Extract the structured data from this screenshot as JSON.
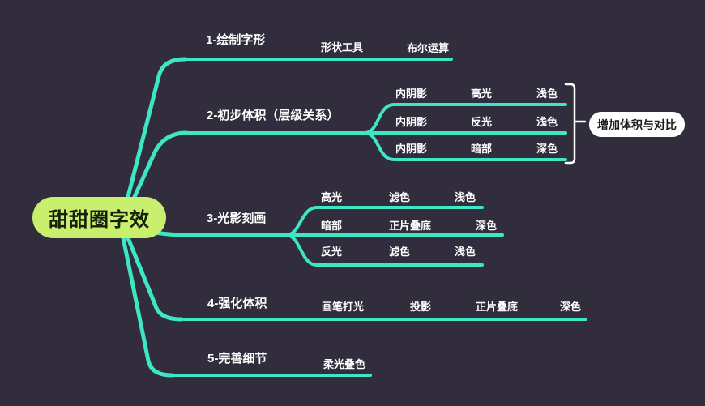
{
  "colors": {
    "background": "#322d3c",
    "line": "#3de6c5",
    "text": "#ffffff",
    "root_fill": "#c8ef6e",
    "root_text": "#16200b",
    "note_fill": "#ffffff",
    "note_text": "#1c1c1c"
  },
  "root": {
    "label": "甜甜圈字效"
  },
  "branches": [
    {
      "label": "1-绘制字形",
      "children": [
        {
          "label": "形状工具"
        },
        {
          "label": "布尔运算"
        }
      ]
    },
    {
      "label": "2-初步体积（层级关系）",
      "rows": [
        [
          "内阴影",
          "高光",
          "浅色"
        ],
        [
          "内阴影",
          "反光",
          "浅色"
        ],
        [
          "内阴影",
          "暗部",
          "深色"
        ]
      ],
      "annotation": "增加体积与对比"
    },
    {
      "label": "3-光影刻画",
      "rows": [
        [
          "高光",
          "滤色",
          "浅色"
        ],
        [
          "暗部",
          "正片叠底",
          "深色"
        ],
        [
          "反光",
          "滤色",
          "浅色"
        ]
      ]
    },
    {
      "label": "4-强化体积",
      "children": [
        {
          "label": "画笔打光"
        },
        {
          "label": "投影"
        },
        {
          "label": "正片叠底"
        },
        {
          "label": "深色"
        }
      ]
    },
    {
      "label": "5-完善细节",
      "children": [
        {
          "label": "柔光叠色"
        }
      ]
    }
  ]
}
